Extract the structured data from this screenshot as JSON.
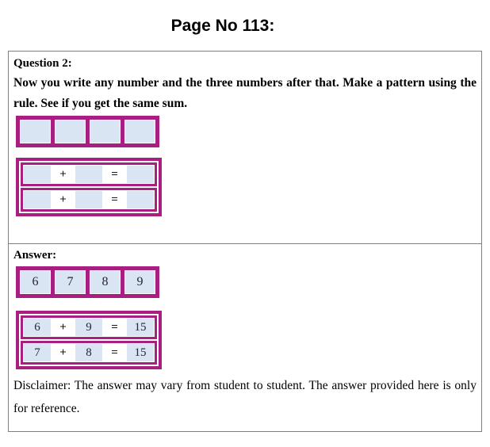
{
  "title": "Page No 113:",
  "colors": {
    "magenta": "#A81F81",
    "cell_blue": "#D9E5F3",
    "box_border": "#7F7F7F"
  },
  "question": {
    "label": "Question 2:",
    "text": "Now you write any number and the three numbers after that. Make a pattern using the rule. See if you get the same sum.",
    "number_row": [
      "",
      "",
      "",
      ""
    ],
    "sum_rows": [
      {
        "a": "",
        "plus": "+",
        "b": "",
        "equals": "=",
        "result": ""
      },
      {
        "a": "",
        "plus": "+",
        "b": "",
        "equals": "=",
        "result": ""
      }
    ]
  },
  "answer": {
    "label": "Answer:",
    "number_row": [
      "6",
      "7",
      "8",
      "9"
    ],
    "sum_rows": [
      {
        "a": "6",
        "plus": "+",
        "b": "9",
        "equals": "=",
        "result": "15"
      },
      {
        "a": "7",
        "plus": "+",
        "b": "8",
        "equals": "=",
        "result": "15"
      }
    ]
  },
  "disclaimer": "Disclaimer: The answer may vary from student to student. The answer provided here is only for reference."
}
